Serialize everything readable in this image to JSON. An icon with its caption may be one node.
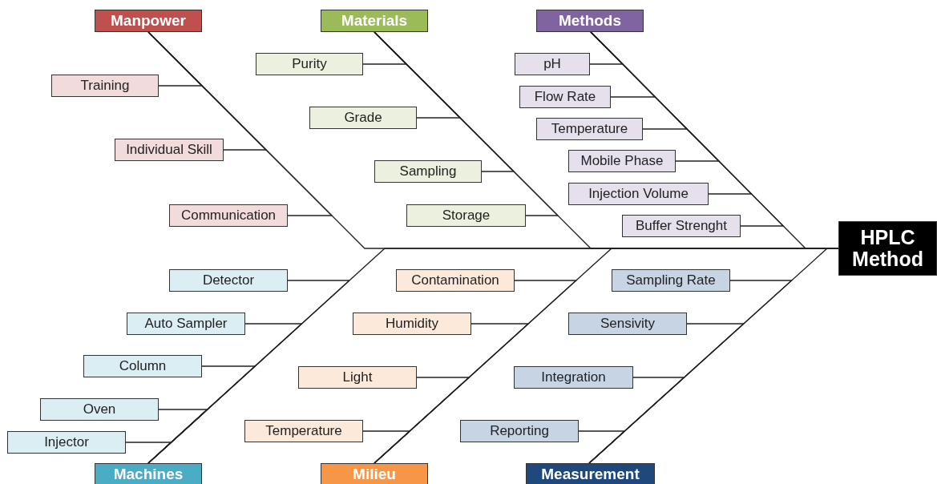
{
  "diagram": {
    "nodes": [
      {
        "text": [
          "Manpower"
        ]
      },
      {
        "text": [
          "Training"
        ]
      },
      {
        "text": [
          "Individual Skill"
        ]
      },
      {
        "text": [
          "Communication"
        ]
      },
      {
        "text": [
          "Materials"
        ]
      },
      {
        "text": [
          "Purity"
        ]
      },
      {
        "text": [
          "Grade"
        ]
      },
      {
        "text": [
          "Sampling"
        ]
      },
      {
        "text": [
          "Storage"
        ]
      },
      {
        "text": [
          "Methods"
        ]
      },
      {
        "text": [
          "pH"
        ]
      },
      {
        "text": [
          "Flow Rate"
        ]
      },
      {
        "text": [
          "Temperature"
        ]
      },
      {
        "text": [
          "Mobile Phase"
        ]
      },
      {
        "text": [
          "Injection Volume"
        ]
      },
      {
        "text": [
          "Buffer Strenght"
        ]
      },
      {
        "text": [
          "HPLC Method"
        ]
      },
      {
        "text": [
          "Detector"
        ]
      },
      {
        "text": [
          "Auto Sampler"
        ]
      },
      {
        "text": [
          "Column"
        ]
      },
      {
        "text": [
          "Oven"
        ]
      },
      {
        "text": [
          "Injector"
        ]
      },
      {
        "text": [
          "Machines"
        ]
      },
      {
        "text": [
          "Contamination"
        ]
      },
      {
        "text": [
          "Humidity"
        ]
      },
      {
        "text": [
          "Light"
        ]
      },
      {
        "text": [
          "Temperature"
        ]
      },
      {
        "text": [
          "Milieu"
        ]
      },
      {
        "text": [
          "Sampling Rate"
        ]
      },
      {
        "text": [
          "Sensivity"
        ]
      },
      {
        "text": [
          "Integration"
        ]
      },
      {
        "text": [
          "Reporting"
        ]
      },
      {
        "text": [
          "Measurement"
        ]
      }
    ],
    "edges": [
      {
        "from": 1,
        "to": 0,
        "arrow": "none"
      },
      {
        "from": 2,
        "to": 0,
        "arrow": "none"
      },
      {
        "from": 3,
        "to": 0,
        "arrow": "none"
      },
      {
        "from": 5,
        "to": 4,
        "arrow": "none"
      },
      {
        "from": 6,
        "to": 4,
        "arrow": "none"
      },
      {
        "from": 7,
        "to": 4,
        "arrow": "none"
      },
      {
        "from": 8,
        "to": 4,
        "arrow": "none"
      },
      {
        "from": 10,
        "to": 9,
        "arrow": "none"
      },
      {
        "from": 11,
        "to": 9,
        "arrow": "none"
      },
      {
        "from": 12,
        "to": 9,
        "arrow": "none"
      },
      {
        "from": 13,
        "to": 9,
        "arrow": "none"
      },
      {
        "from": 14,
        "to": 9,
        "arrow": "none"
      },
      {
        "from": 15,
        "to": 9,
        "arrow": "none"
      },
      {
        "from": 17,
        "to": 22,
        "arrow": "none"
      },
      {
        "from": 18,
        "to": 22,
        "arrow": "none"
      },
      {
        "from": 19,
        "to": 22,
        "arrow": "none"
      },
      {
        "from": 20,
        "to": 22,
        "arrow": "none"
      },
      {
        "from": 21,
        "to": 22,
        "arrow": "none"
      },
      {
        "from": 23,
        "to": 27,
        "arrow": "none"
      },
      {
        "from": 24,
        "to": 27,
        "arrow": "none"
      },
      {
        "from": 25,
        "to": 27,
        "arrow": "none"
      },
      {
        "from": 26,
        "to": 27,
        "arrow": "none"
      },
      {
        "from": 28,
        "to": 32,
        "arrow": "none"
      },
      {
        "from": 29,
        "to": 32,
        "arrow": "none"
      },
      {
        "from": 30,
        "to": 32,
        "arrow": "none"
      },
      {
        "from": 31,
        "to": 32,
        "arrow": "none"
      },
      {
        "from": 0,
        "to": 16,
        "arrow": "none"
      },
      {
        "from": 4,
        "to": 16,
        "arrow": "none"
      },
      {
        "from": 9,
        "to": 16,
        "arrow": "none"
      },
      {
        "from": 22,
        "to": 16,
        "arrow": "none"
      },
      {
        "from": 27,
        "to": 16,
        "arrow": "none"
      },
      {
        "from": 32,
        "to": 16,
        "arrow": "none"
      }
    ]
  }
}
